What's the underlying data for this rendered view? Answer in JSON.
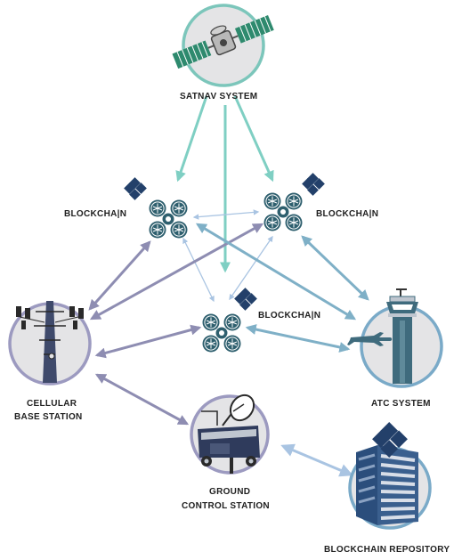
{
  "colors": {
    "teal": "#7fcfc3",
    "slate": "#8e8db2",
    "steel": "#7fb0c7",
    "mixed": "#88a8c8",
    "drone": "#2e5f6e",
    "navy": "#23406a",
    "ring_purple": "#9c9ac0",
    "ring_teal": "#7cc6bb",
    "ring_blue": "#7aaac8",
    "disc": "#e4e4e6"
  },
  "nodes": {
    "satnav": {
      "label": "SATNAV SYSTEM",
      "icon": "satellite-icon"
    },
    "blockchain_left": {
      "label": "BLOCKCHA|N",
      "icon": "drone-icon"
    },
    "blockchain_right": {
      "label": "BLOCKCHA|N",
      "icon": "drone-icon"
    },
    "blockchain_center": {
      "label": "BLOCKCHA|N",
      "icon": "drone-icon"
    },
    "cellular": {
      "label_line1": "CELLULAR",
      "label_line2": "BASE STATION",
      "icon": "cell-tower-icon"
    },
    "atc": {
      "label": "ATC SYSTEM",
      "icon": "control-tower-icon"
    },
    "ground": {
      "label_line1": "GROUND",
      "label_line2": "CONTROL STATION",
      "icon": "ground-station-icon"
    },
    "repository": {
      "label": "BLOCKCHAIN REPOSITORY",
      "icon": "server-rack-icon"
    }
  }
}
